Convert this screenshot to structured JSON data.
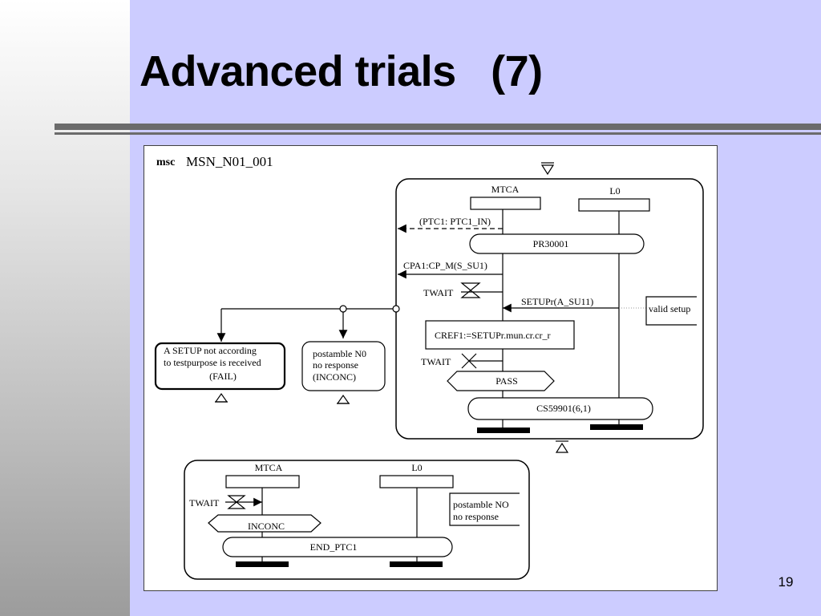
{
  "slide": {
    "title": "Advanced trials   (7)",
    "page_number": "19"
  },
  "msc": {
    "keyword": "msc",
    "name": "MSN_N01_001",
    "upper": {
      "instance_left": "MTCA",
      "instance_right": "L0",
      "message_in": "(PTC1: PTC1_IN)",
      "condition_pr": "PR30001",
      "message_out": "CPA1:CP_M(S_SU1)",
      "timer_1": "TWAIT",
      "message_setup": "SETUPr(A_SU11)",
      "comment_setup": "valid setup",
      "action": "CREF1:=SETUPr.mun.cr.cr_r",
      "timer_2": "TWAIT",
      "verdict": "PASS",
      "condition_cs": "CS59901(6,1)"
    },
    "fail_box": {
      "line1": "A SETUP  not according",
      "line2": "to testpurpose is received",
      "line3": "(FAIL)"
    },
    "inconc_box": {
      "line1": "postamble N0",
      "line2": "no response",
      "line3": "(INCONC)"
    },
    "lower": {
      "instance_left": "MTCA",
      "instance_right": "L0",
      "timer": "TWAIT",
      "verdict": "INCONC",
      "condition_end": "END_PTC1",
      "comment_line1": "postamble NO",
      "comment_line2": "no response"
    }
  }
}
